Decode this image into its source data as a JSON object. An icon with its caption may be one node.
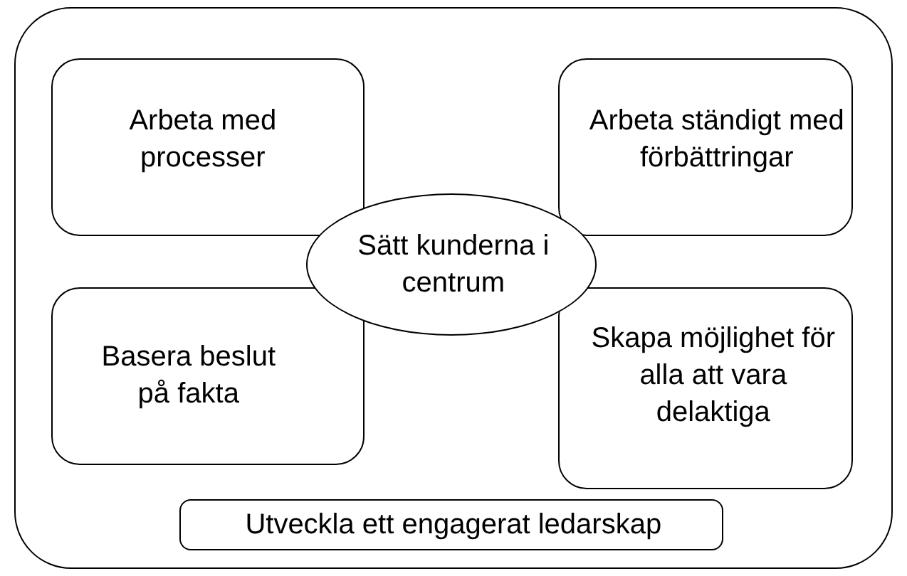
{
  "diagram": {
    "nodes": [
      {
        "text": [],
        "shape": "box"
      },
      {
        "text": [
          "Arbeta med processer"
        ],
        "in": 0
      },
      {
        "text": [
          "Arbeta ständigt med förbättringar"
        ],
        "in": 0
      },
      {
        "text": [
          "Sätt kunderna i centrum"
        ],
        "in": 0
      },
      {
        "text": [
          "Basera beslut på fakta"
        ],
        "in": 0
      },
      {
        "text": [
          "Skapa möjlighet för alla att vara delaktiga"
        ],
        "in": 0
      },
      {
        "text": [
          "Utveckla ett engagerat ledarskap"
        ],
        "in": 0
      }
    ],
    "edges": []
  }
}
